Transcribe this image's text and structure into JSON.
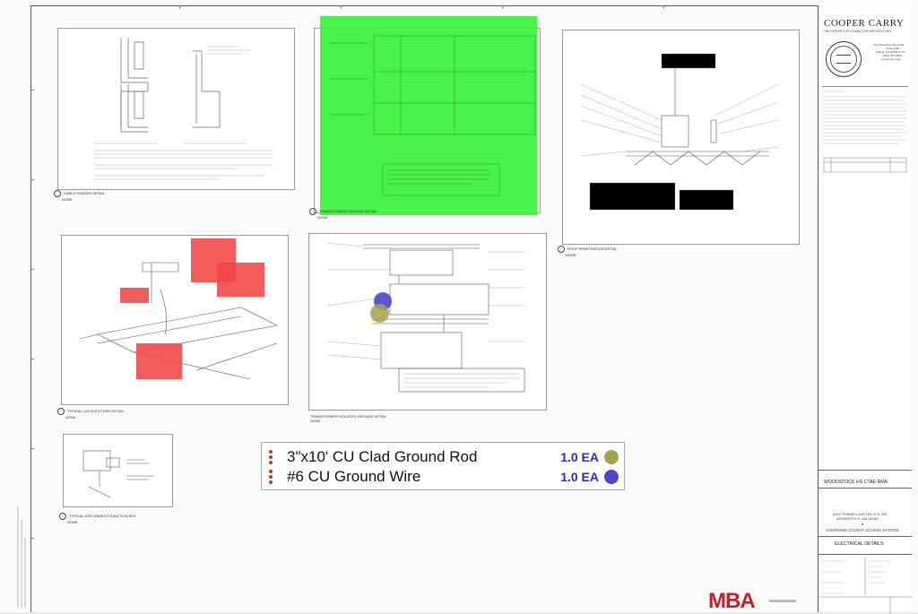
{
  "colors": {
    "markup_green": "#35f235",
    "markup_red": "#f24646",
    "markup_olive": "#a6a24e",
    "markup_blue": "#4d46c4",
    "legend_qty": "#2b2bc0",
    "mba_red": "#c4202a"
  },
  "details": {
    "cable_hanger": {
      "title": "CABLE HANGER DETAIL",
      "scale": "NONE"
    },
    "transformer_top": {
      "title": "TRANSFORMER GROUND DETAIL",
      "scale": "NONE"
    },
    "roof_penetration": {
      "title": "ROOF PENETRATION DETAIL",
      "scale": "NONE"
    },
    "lay_in_fixture": {
      "title": "TYPICAL LAY-IN FIXTURE DETAIL",
      "scale": "NONE"
    },
    "transformer_isolated": {
      "title": "TRANSFORMER ISOLATED GROUND DETAIL",
      "scale": "NONE"
    },
    "disconnect": {
      "title": "TYPICAL DISCONNECT/JUNCTION BOX",
      "scale": "NONE"
    }
  },
  "legend": {
    "items": [
      {
        "label": "3\"x10' CU Clad Ground Rod",
        "qty": "1.0 EA",
        "color": "#a6a24e"
      },
      {
        "label": "#6 CU Ground Wire",
        "qty": "1.0 EA",
        "color": "#4d46c4"
      }
    ]
  },
  "title_block": {
    "firm": "COOPER CARRY",
    "firm_tagline": "THE CENTER FOR CONNECTIVE ARCHITECTURE",
    "address_1": "191 Peachtree Street NE",
    "address_2": "Suite 2400",
    "address_3": "Atlanta, GA 30303-1770",
    "phone": "(404) 237-2000",
    "web": "coopercarry.com",
    "consultant_logo": "MBA",
    "project_name": "WOODSTOCK HS CTAE RMA",
    "address_line1": "2010 TOWNE LAKE HILLS S. DR",
    "address_line2": "WOODSTOCK, GA 30189",
    "owner": "CHEROKEE COUNTY SCHOOL SYSTEM",
    "sheet_title": "ELECTRICAL DETAILS"
  }
}
